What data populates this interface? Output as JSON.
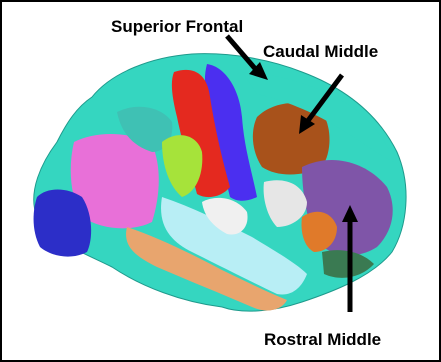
{
  "labels": {
    "superior_frontal": "Superior Frontal",
    "caudal_middle": "Caudal Middle",
    "rostral_middle": "Rostral Middle"
  },
  "colors": {
    "frame_border": "#000000",
    "background": "#ffffff",
    "superior_frontal": "#35d6c0",
    "caudal_middle": "#a8521b",
    "rostral_middle": "#7f55a8",
    "precentral": "#e4291f",
    "postcentral": "#4b2ff0",
    "supramarginal": "#3fc1b4",
    "inferior_parietal": "#e870d8",
    "lateral_occipital": "#2c2ec8",
    "superior_temporal": "#b8eef5",
    "middle_temporal": "#e8a56e",
    "pars_opercularis": "#a6e33a",
    "pars_orbitalis": "#3a7a52"
  },
  "arrows": [
    {
      "name": "superior-frontal-arrow"
    },
    {
      "name": "caudal-middle-arrow"
    },
    {
      "name": "rostral-middle-arrow"
    }
  ]
}
